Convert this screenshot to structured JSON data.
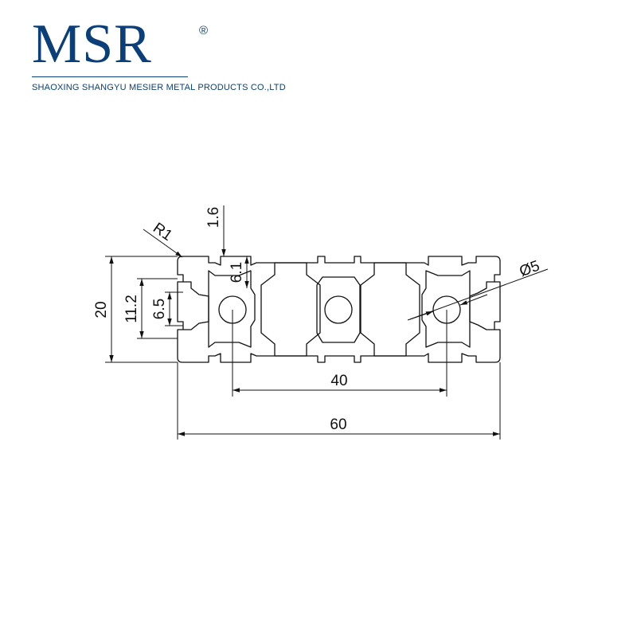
{
  "brand": {
    "logo_text": "MSR",
    "registered_mark": "®",
    "company": "SHAOXING SHANGYU MESIER METAL PRODUCTS CO.,LTD"
  },
  "colors": {
    "brand": "#0b3f7a",
    "line": "#111111"
  },
  "dimensions": {
    "radius": "R1",
    "wall": "1.6",
    "slot_depth": "6.1",
    "height": "20",
    "slot_outer": "11.2",
    "slot_opening": "6.5",
    "hole_diameter": "Ø5",
    "hole_spacing": "40",
    "width": "60"
  }
}
